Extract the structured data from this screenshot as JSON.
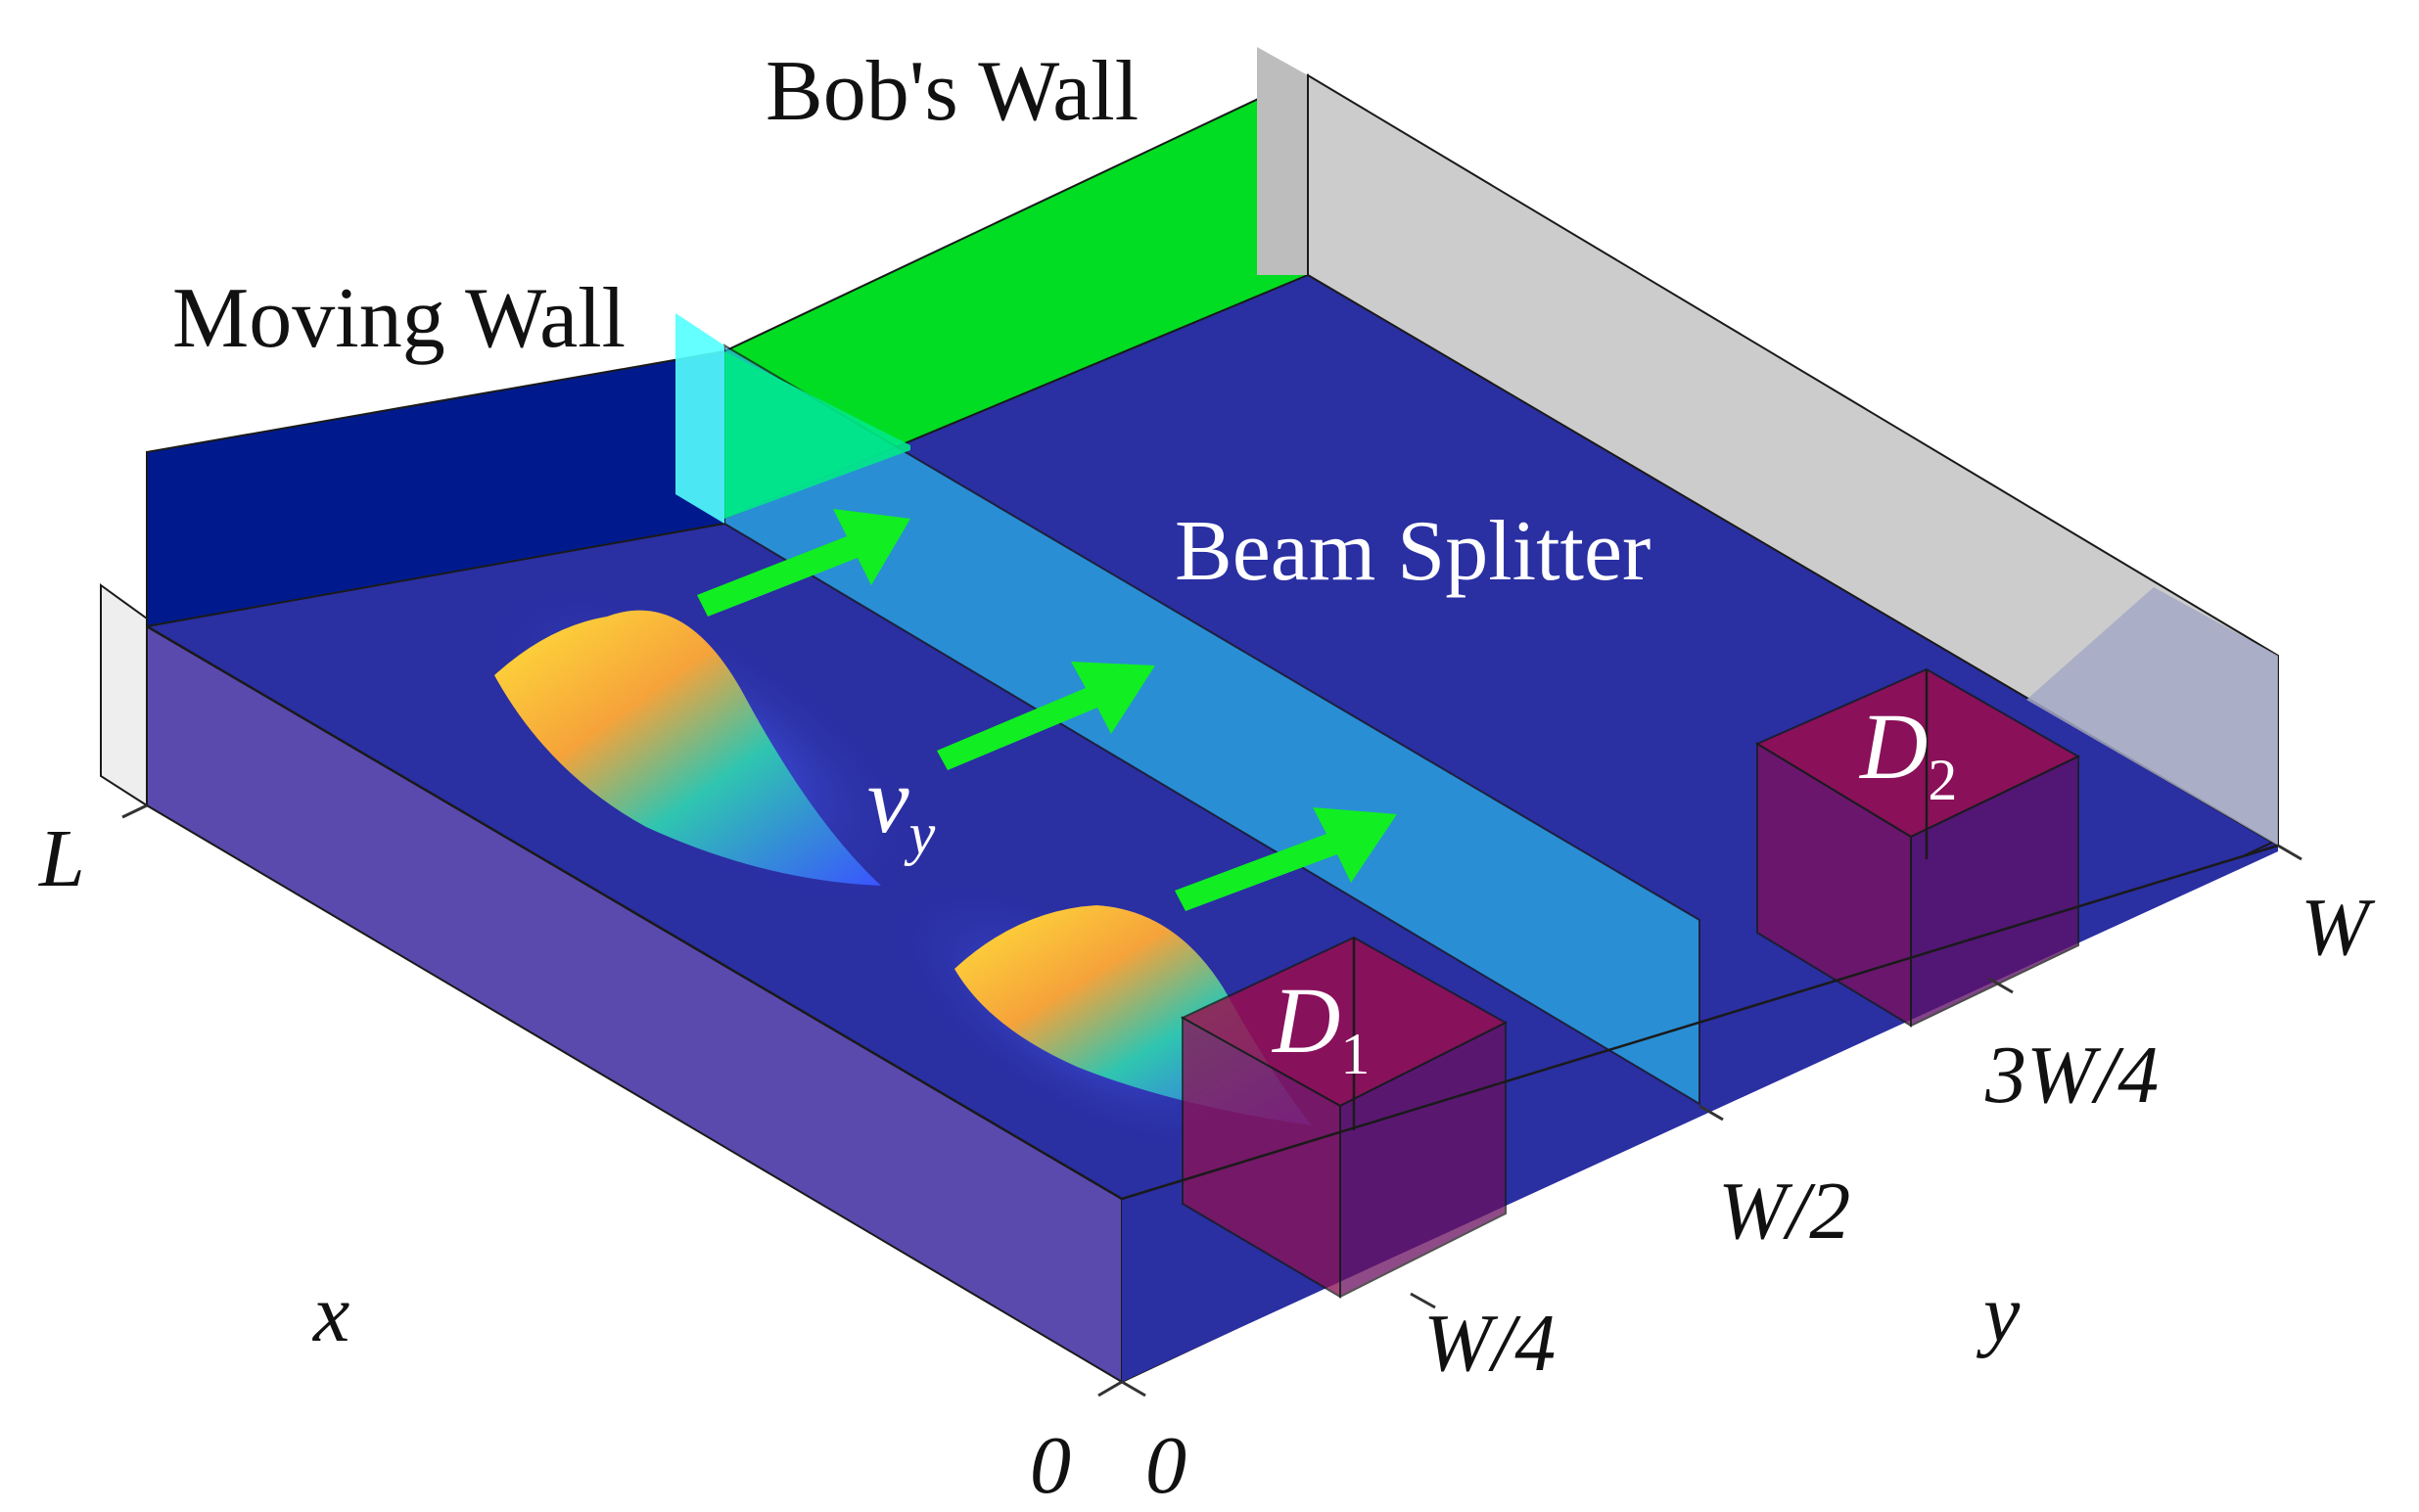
{
  "labels": {
    "bobs_wall": "Bob's Wall",
    "moving_wall": "Moving Wall",
    "beam_splitter": "Beam Splitter"
  },
  "velocity": {
    "base": "v",
    "subscript": "y"
  },
  "detectors": [
    {
      "id": "d1",
      "base": "D",
      "subscript": "1"
    },
    {
      "id": "d2",
      "base": "D",
      "subscript": "2"
    }
  ],
  "axes": {
    "x": {
      "name": "x",
      "ticks": [
        {
          "label": "0"
        },
        {
          "label": "L"
        }
      ]
    },
    "y": {
      "name": "y",
      "ticks": [
        {
          "label": "0"
        },
        {
          "label": "W/4"
        },
        {
          "label": "W/2"
        },
        {
          "label": "3W/4"
        },
        {
          "label": "W"
        }
      ]
    }
  },
  "colors": {
    "floor": "#2a2fa2",
    "front_face": "#5a4aae",
    "moving_wall": "#001a8e",
    "bobs_wall": "#00dd22",
    "beam_splitter": "#29b3e8",
    "right_wall": "#cccccc",
    "detector": "#a00a4a",
    "arrow": "#11ee22"
  }
}
